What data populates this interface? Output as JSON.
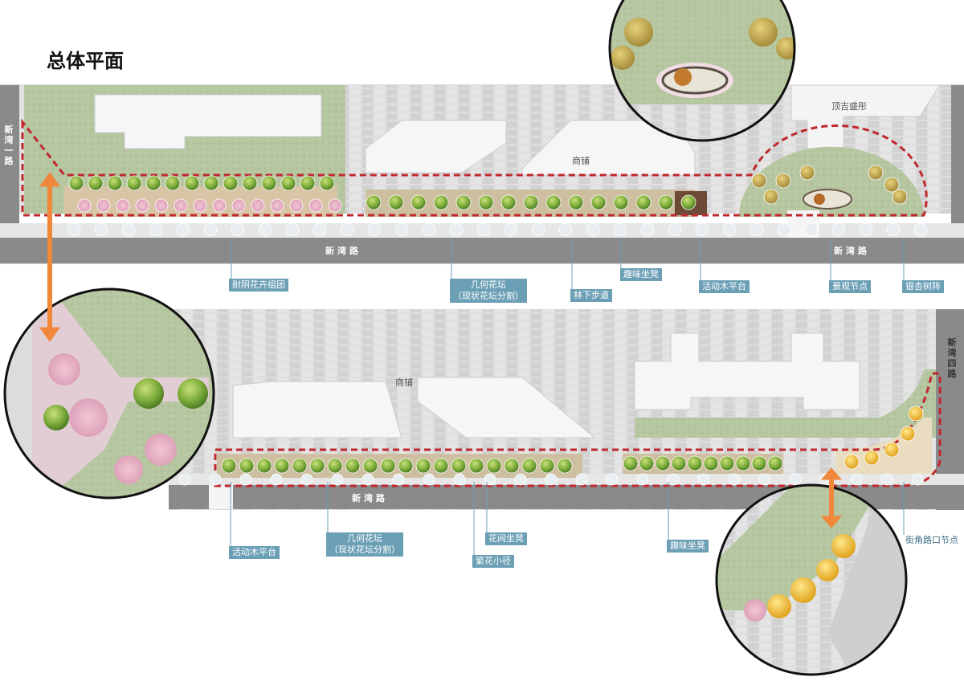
{
  "page_title": "总体平面",
  "roads": {
    "top_road": "新湾路",
    "top_road_right": "新湾路",
    "bottom_road": "新湾路",
    "left_road": "新湾一路",
    "right_road": "新湾四路"
  },
  "buildings": {
    "top_shop": "商铺",
    "top_right": "顶吉盛彤",
    "bottom_shop": "商铺"
  },
  "callouts_top": [
    {
      "text": "耐阴花卉组团"
    },
    {
      "text": "几何花坛\n（现状花坛分割）"
    },
    {
      "text": "林下步道"
    },
    {
      "text": "趣味坐凳"
    },
    {
      "text": "活动木平台"
    },
    {
      "text": "景观节点"
    },
    {
      "text": "银杏树阵"
    }
  ],
  "callouts_bottom": [
    {
      "text": "活动木平台"
    },
    {
      "text": "几何花坛\n（现状花坛分割）"
    },
    {
      "text": "花间坐凳"
    },
    {
      "text": "繁花小径"
    },
    {
      "text": "趣味坐凳"
    },
    {
      "text": "街角路口节点"
    }
  ],
  "colors": {
    "road": "#8a8a8a",
    "paving": "#d9d9d9",
    "lawn": "#b8c9a4",
    "building": "#f4f4f4",
    "callout": "#6b9fb5",
    "boundary": "#c0282d",
    "arrow": "#f0873a"
  }
}
